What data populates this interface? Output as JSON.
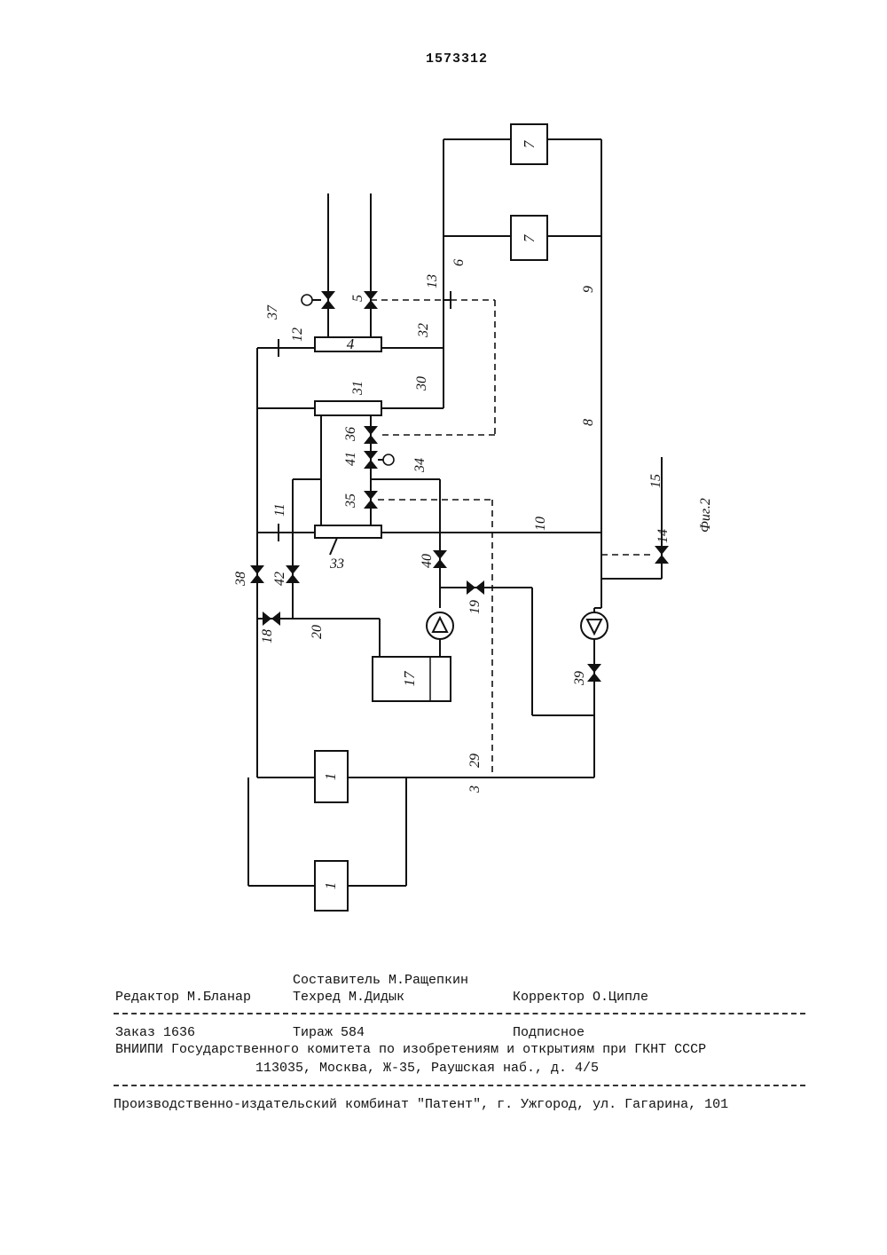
{
  "page_number": "1573312",
  "figure": {
    "caption": "Фиг.2",
    "block_labels": {
      "heater_top": "7",
      "heater_mid": "7",
      "unit_top": "1",
      "unit_bottom": "1",
      "tank": "17",
      "exchanger_4": "4",
      "exchanger_33": "33"
    },
    "reference_labels": {
      "l1": "37",
      "l2": "12",
      "l3": "32",
      "l4": "5",
      "l5": "13",
      "l6": "6",
      "l7": "9",
      "l8": "31",
      "l9": "30",
      "l10": "36",
      "l11": "41",
      "l12": "34",
      "l13": "35",
      "l14": "11",
      "l15": "8",
      "l16": "10",
      "l17": "15",
      "l18": "14",
      "l19": "38",
      "l20": "42",
      "l21": "40",
      "l22": "19",
      "l23": "18",
      "l24": "20",
      "l25": "39",
      "l26": "29",
      "l27": "3"
    }
  },
  "footer": {
    "compiler": "Составитель М.Ращепкин",
    "editor": "Редактор М.Бланар",
    "techred": "Техред М.Дидык",
    "corrector": "Корректор О.Ципле",
    "order": "Заказ 1636",
    "print_run": "Тираж 584",
    "subscription": "Подписное",
    "institution": "ВНИИПИ Государственного комитета по изобретениям и открытиям при ГКНТ СССР",
    "address": "113035, Москва, Ж-35, Раушская наб., д. 4/5",
    "publisher": "Производственно-издательский комбинат \"Патент\", г. Ужгород, ул. Гагарина, 101"
  }
}
